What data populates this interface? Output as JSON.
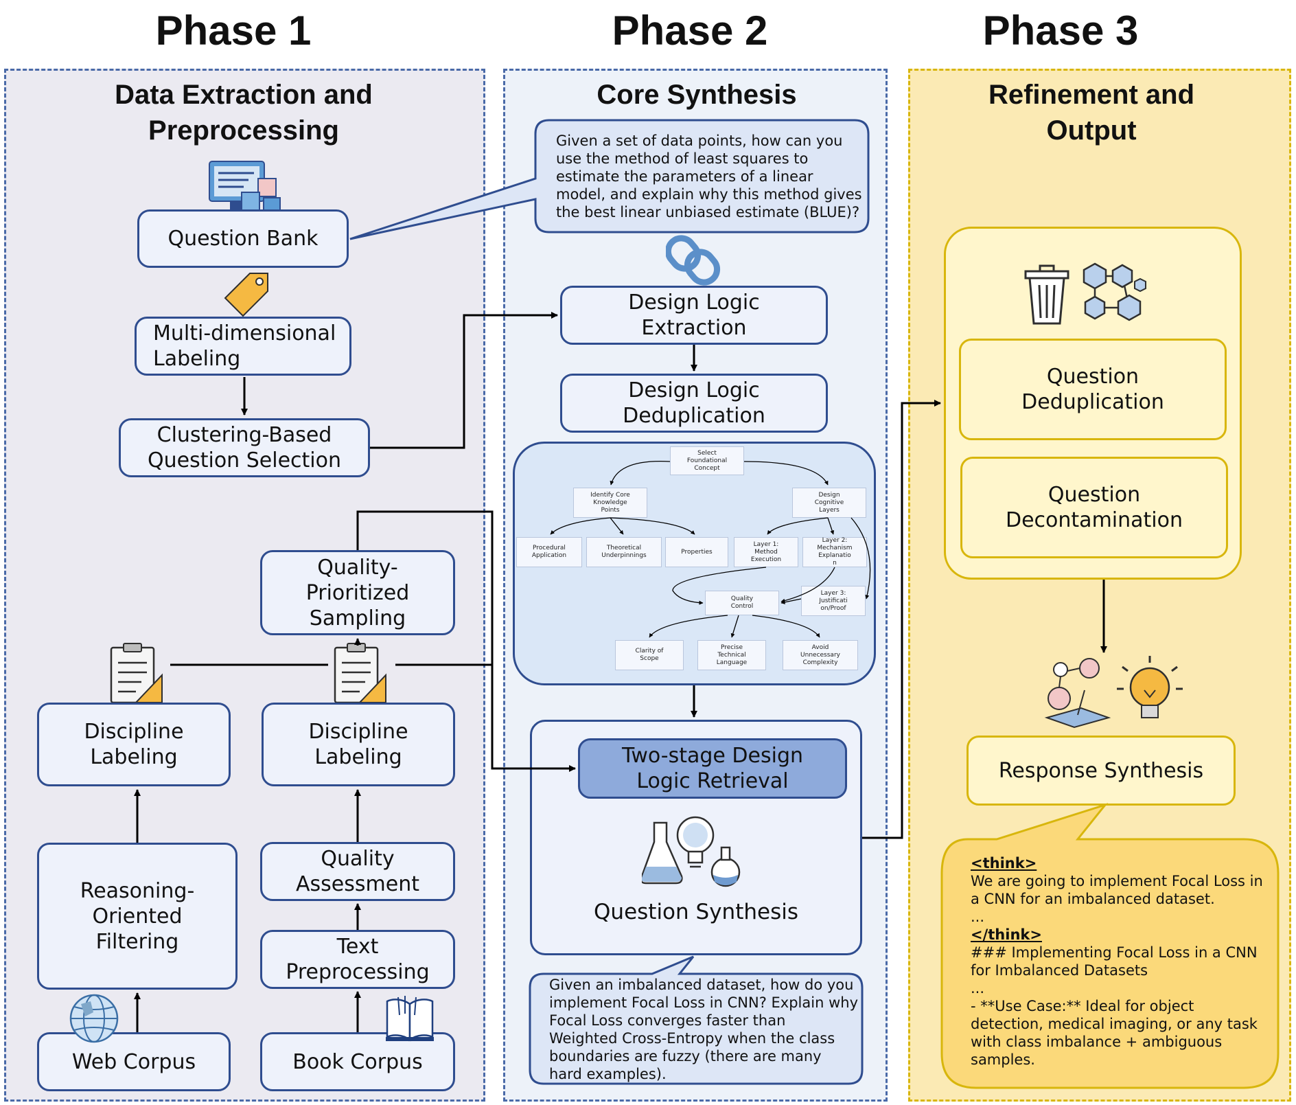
{
  "phases": {
    "p1": "Phase 1",
    "p2": "Phase 2",
    "p3": "Phase 3"
  },
  "panels": {
    "p1_title": "Data Extraction and\nPreprocessing",
    "p2_title": "Core Synthesis",
    "p3_title": "Refinement and\nOutput"
  },
  "phase1": {
    "question_bank": "Question Bank",
    "multi_labeling": "Multi-dimensional\nLabeling",
    "clustering": "Clustering-Based\nQuestion Selection",
    "quality_sampling": "Quality-\nPrioritized\nSampling",
    "discipline_left": "Discipline\nLabeling",
    "discipline_right": "Discipline\nLabeling",
    "reasoning_filtering": "Reasoning-\nOriented\nFiltering",
    "quality_assessment": "Quality\nAssessment",
    "text_preprocessing": "Text\nPreprocessing",
    "web_corpus": "Web Corpus",
    "book_corpus": "Book Corpus"
  },
  "phase2": {
    "example_question": "Given a set of data points, how can you\nuse the method of least squares to\nestimate the parameters of a linear\nmodel, and explain why this method gives\nthe best linear unbiased estimate (BLUE)?",
    "design_logic_extraction": "Design Logic\nExtraction",
    "design_logic_dedup": "Design Logic\nDeduplication",
    "tree": {
      "root": "Select\nFoundational\nConcept",
      "core": "Identify Core\nKnowledge\nPoints",
      "cognitive": "Design\nCognitive\nLayers",
      "procedural": "Procedural\nApplication",
      "theoretical": "Theoretical\nUnderpinnings",
      "properties": "Properties",
      "layer1": "Layer 1:\nMethod\nExecution",
      "layer2": "Layer 2:\nMechanism\nExplanatio\nn",
      "layer3": "Layer 3:\nJustificati\non/Proof",
      "quality": "Quality\nControl",
      "clarity": "Clarity of\nScope",
      "precise": "Precise\nTechnical\nLanguage",
      "avoid": "Avoid\nUnnecessary\nComplexity"
    },
    "two_stage": "Two-stage Design\nLogic Retrieval",
    "question_synthesis": "Question Synthesis",
    "synth_question": "Given an imbalanced dataset, how do you\nimplement Focal Loss in CNN? Explain why\nFocal Loss converges faster than\nWeighted Cross-Entropy when the class\nboundaries are fuzzy (there are many\nhard examples)."
  },
  "phase3": {
    "question_dedup": "Question\nDeduplication",
    "question_decontam": "Question\nDecontamination",
    "response_synthesis": "Response Synthesis",
    "response": {
      "think_open": "<think>",
      "think_body": "We are going to implement Focal Loss in\na CNN for an imbalanced dataset.\n...",
      "think_close": "</think>",
      "answer_body": "### Implementing Focal Loss in a CNN\nfor Imbalanced Datasets\n...\n- **Use Case:** Ideal for object\ndetection, medical imaging, or any task\nwith class imbalance + ambiguous\nsamples."
    }
  },
  "icons": [
    "computer-icon",
    "tag-icon",
    "clipboard-icon",
    "globe-icon",
    "book-icon",
    "link-icon",
    "lab-flask-icon",
    "trash-icon",
    "hexagon-network-icon",
    "lightbulb-icon"
  ],
  "colors": {
    "phase1_bg": "#ebeaf1",
    "phase2_bg": "#edf2f9",
    "phase3_bg": "#fbeab4",
    "box_border": "#2f4d8f",
    "highlight_fill": "#8eaadb",
    "yellow_border": "#d8b60c"
  }
}
